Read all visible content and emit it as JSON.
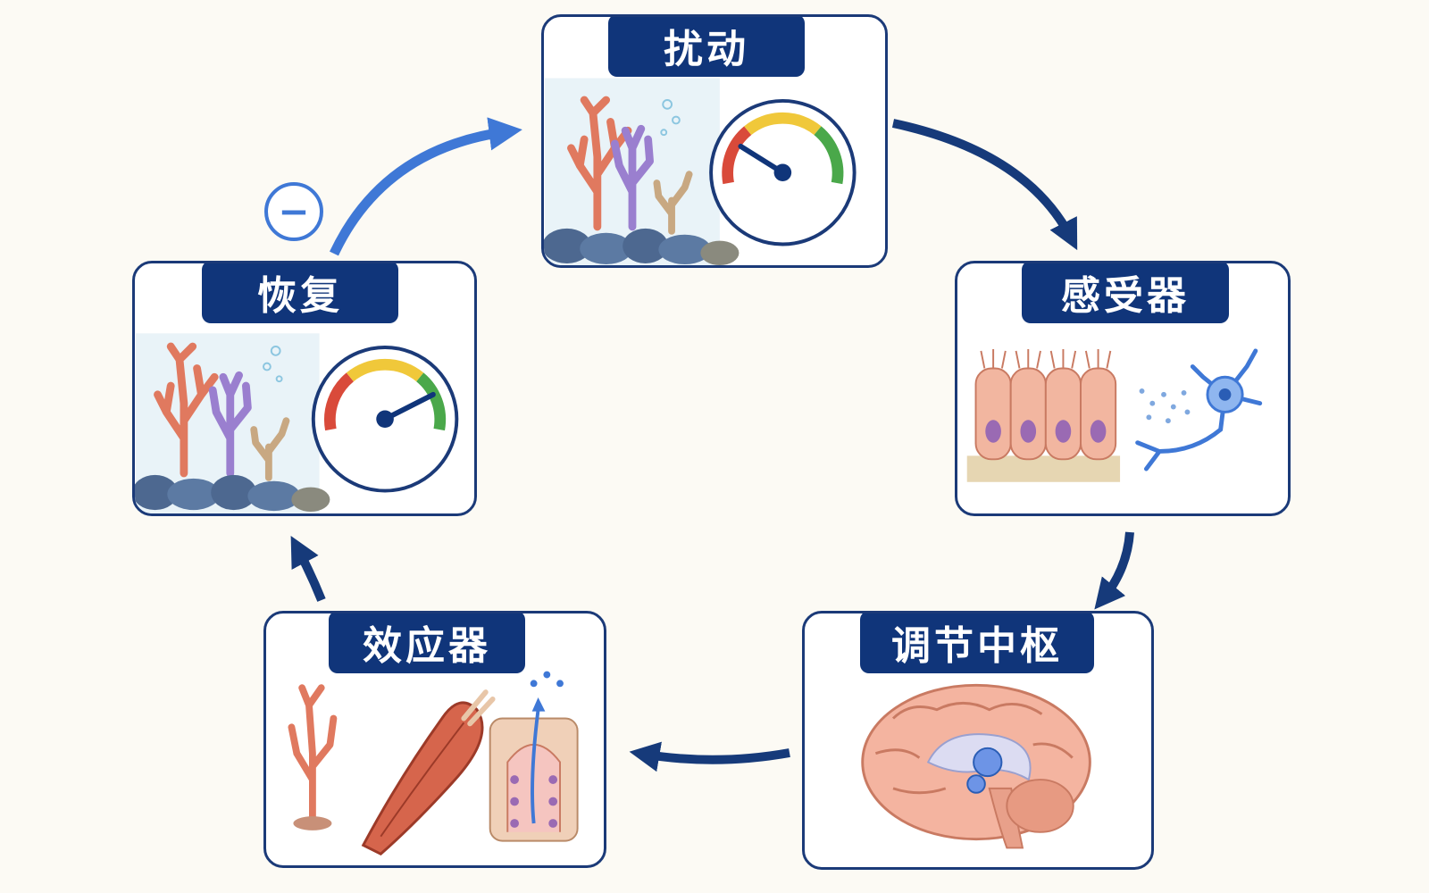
{
  "nodes": {
    "disturbance": {
      "label": "扰动",
      "icon": "coral-reef-with-gauge-low-icon"
    },
    "receptor": {
      "label": "感受器",
      "icon": "sensory-cells-and-neuron-icon"
    },
    "center": {
      "label": "调节中枢",
      "icon": "brain-icon"
    },
    "effector": {
      "label": "效应器",
      "icon": "coral-muscle-gland-icon"
    },
    "recovery": {
      "label": "恢复",
      "icon": "coral-reef-with-gauge-normal-icon"
    }
  },
  "feedback_sign": {
    "symbol": "−",
    "meaning": "negative-feedback"
  },
  "colors": {
    "navy": "#10357a",
    "arrow_navy": "#163a7a",
    "arrow_blue": "#3f78d6",
    "background": "#fcfaf4"
  }
}
